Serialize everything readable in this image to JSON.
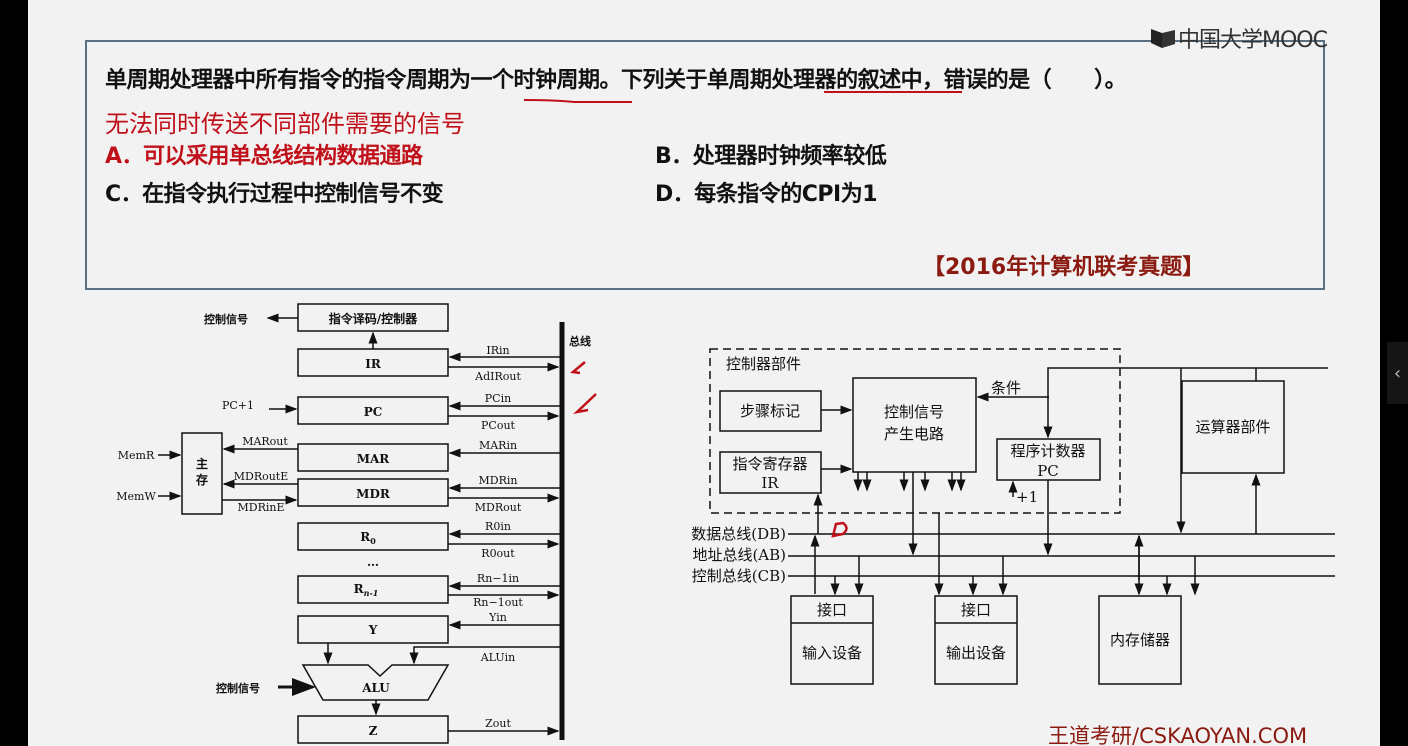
{
  "logo": {
    "text": "中国大学MOOC",
    "icon": "mooc-book-icon"
  },
  "question": {
    "stem_part1": "单周期处理器中所有指令的指令周期为",
    "stem_part2": "一个时钟周期",
    "stem_part3": "。下列关于",
    "stem_part4": "单周期处理器",
    "stem_part5": "的叙述中，错误的是（　　）。",
    "handwritten_note": "无法同时传送不同部件需要的信号",
    "options": [
      {
        "key": "A",
        "text": "A．可以采用单总线结构数据通路",
        "highlighted": true
      },
      {
        "key": "B",
        "text": "B．处理器时钟频率较低",
        "highlighted": false
      },
      {
        "key": "C",
        "text": "C．在指令执行过程中控制信号不变",
        "highlighted": false
      },
      {
        "key": "D",
        "text": "D．每条指令的CPI为1",
        "highlighted": false
      }
    ],
    "source": "【2016年计算机联考真题】"
  },
  "left_diagram": {
    "bus_label": "总线",
    "decoder": "指令译码/控制器",
    "ctrl_out": "控制信号",
    "ctrl_in": "控制信号",
    "registers": {
      "ir": "IR",
      "pc": "PC",
      "mar": "MAR",
      "mdr": "MDR",
      "r0": "R",
      "r0_sub": "0",
      "rn": "R",
      "rn_sub": "n-1",
      "y": "Y",
      "alu": "ALU",
      "z": "Z",
      "ellipsis": "…"
    },
    "memory": {
      "line1": "主",
      "line2": "存"
    },
    "signals": {
      "irin": "IRin",
      "adirout": "AdIRout",
      "pcin": "PCin",
      "pcout": "PCout",
      "pc_plus1": "PC+1",
      "marin": "MARin",
      "marout": "MARout",
      "mdrin": "MDRin",
      "mdrout": "MDRout",
      "mdroute": "MDRoutE",
      "mdrine": "MDRinE",
      "memr": "MemR",
      "memw": "MemW",
      "r0in": "R0in",
      "r0out": "R0out",
      "rnin": "Rn−1in",
      "rnout": "Rn−1out",
      "yin": "Yin",
      "aluin": "ALUin",
      "zout": "Zout"
    }
  },
  "right_diagram": {
    "controller_group": "控制器部件",
    "step_marker": "步骤标记",
    "ctrl_gen_line1": "控制信号",
    "ctrl_gen_line2": "产生电路",
    "ir_line1": "指令寄存器",
    "ir_line2": "IR",
    "condition": "条件",
    "pc_line1": "程序计数器",
    "pc_line2": "PC",
    "plus_one": "+1",
    "alu_unit": "运算器部件",
    "buses": {
      "db": "数据总线(DB)",
      "ab": "地址总线(AB)",
      "cb": "控制总线(CB)"
    },
    "interface": "接口",
    "input_device": "输入设备",
    "output_device": "输出设备",
    "memory": "内存储器",
    "annotation": "D"
  },
  "watermark": "王道考研/CSKAOYAN.COM",
  "side_tab": {
    "icon": "chevron-left-icon",
    "glyph": "‹"
  },
  "colors": {
    "background": "#f2f2f2",
    "box_border": "#5a7080",
    "red_ink": "#c0101a",
    "source_red": "#8b1a10"
  }
}
